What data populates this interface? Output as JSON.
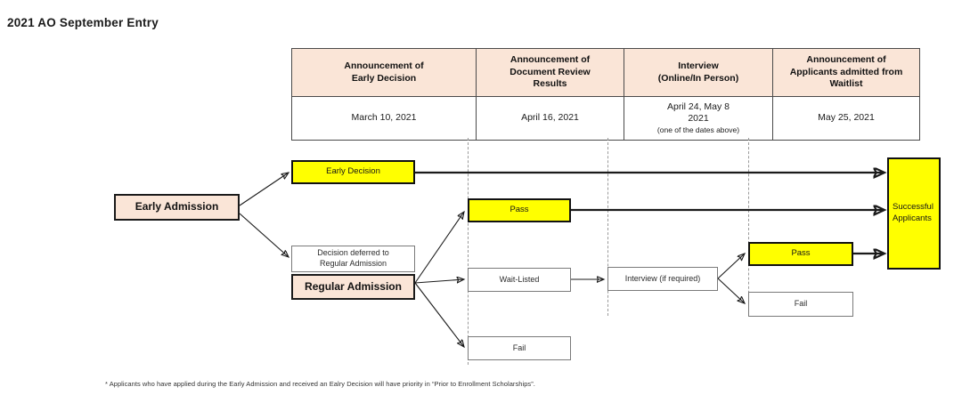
{
  "page": {
    "title": "2021 AO September Entry"
  },
  "schedule": {
    "headers": [
      "Announcement of\nEarly Decision",
      "Announcement of\nDocument Review\nResults",
      "Interview\n(Online/In Person)",
      "Announcement of\nApplicants admitted from\nWaitlist"
    ],
    "headers_lines": [
      [
        "Announcement of",
        "Early Decision"
      ],
      [
        "Announcement of",
        "Document Review",
        "Results"
      ],
      [
        "Interview",
        "(Online/In Person)"
      ],
      [
        "Announcement of",
        "Applicants admitted from",
        "Waitlist"
      ]
    ],
    "dates": [
      {
        "main": "March 10, 2021",
        "sub": ""
      },
      {
        "main": "April 16, 2021",
        "sub": ""
      },
      {
        "main": "April 24, May 8\n2021",
        "sub": "(one of the dates above)"
      },
      {
        "main": "May 25, 2021",
        "sub": ""
      }
    ],
    "date_cells": [
      {
        "line1": "March 10, 2021",
        "line2": "",
        "note": ""
      },
      {
        "line1": "April 16, 2021",
        "line2": "",
        "note": ""
      },
      {
        "line1": "April 24, May 8",
        "line2": "2021",
        "note": "(one of the dates above)"
      },
      {
        "line1": "May 25, 2021",
        "line2": "",
        "note": ""
      }
    ]
  },
  "flow": {
    "early_admission": "Early Admission",
    "early_decision": "Early Decision",
    "deferred": "Decision deferred to\nRegular Admission",
    "deferred_lines": [
      "Decision deferred to",
      "Regular Admission"
    ],
    "regular_admission": "Regular Admission",
    "doc_pass": "Pass",
    "wait_listed": "Wait-Listed",
    "doc_fail": "Fail",
    "interview": "Interview (if required)",
    "interview_pass": "Pass",
    "interview_fail": "Fail",
    "successful": "Successful Applicants",
    "successful_lines": [
      "Successful",
      "Applicants"
    ]
  },
  "footnote": {
    "text": "* Applicants who have applied during the Early Admission and received an Ealry Decision will have priority in “Prior to Enrollment Scholarships”."
  },
  "colors": {
    "header_fill": "#fae5d7",
    "highlight": "#ffff00",
    "box_border": "#1a1a1a",
    "guide": "#9a9a9a",
    "text": "#231f20"
  }
}
